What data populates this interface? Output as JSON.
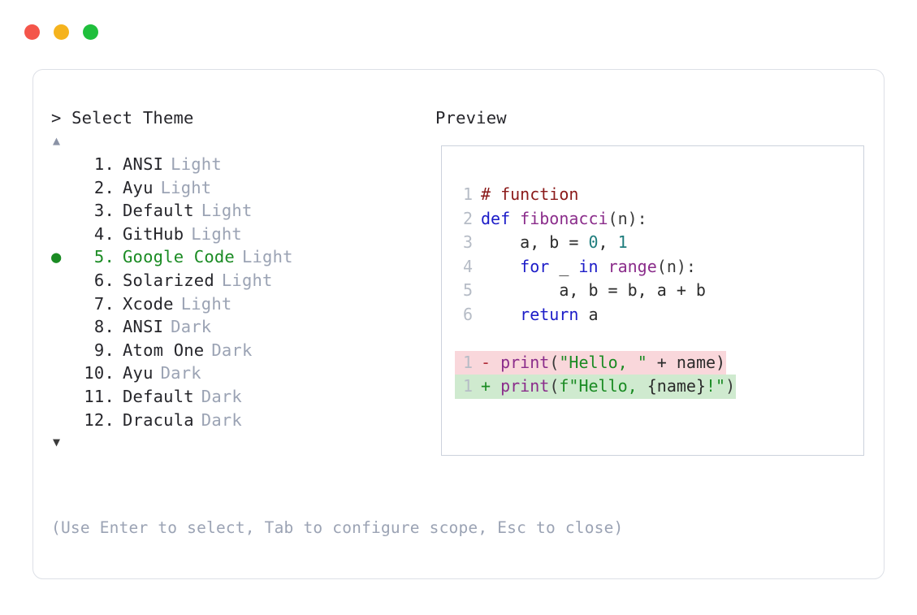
{
  "window": {
    "traffic_lights": [
      {
        "name": "close-button",
        "color": "#f4554a"
      },
      {
        "name": "minimize-button",
        "color": "#f5b31d"
      },
      {
        "name": "maximize-button",
        "color": "#1fbf3c"
      }
    ]
  },
  "prompt": {
    "header": "> Select Theme",
    "scroll_up_glyph": "▲",
    "scroll_down_glyph": "▼",
    "selected_index": 5,
    "selected_bullet": "●",
    "items": [
      {
        "index": "1.",
        "name": "ANSI",
        "variant": "Light",
        "selected": false
      },
      {
        "index": "2.",
        "name": "Ayu",
        "variant": "Light",
        "selected": false
      },
      {
        "index": "3.",
        "name": "Default",
        "variant": "Light",
        "selected": false
      },
      {
        "index": "4.",
        "name": "GitHub",
        "variant": "Light",
        "selected": false
      },
      {
        "index": "5.",
        "name": "Google Code",
        "variant": "Light",
        "selected": true
      },
      {
        "index": "6.",
        "name": "Solarized",
        "variant": "Light",
        "selected": false
      },
      {
        "index": "7.",
        "name": "Xcode",
        "variant": "Light",
        "selected": false
      },
      {
        "index": "8.",
        "name": "ANSI",
        "variant": "Dark",
        "selected": false
      },
      {
        "index": "9.",
        "name": "Atom One",
        "variant": "Dark",
        "selected": false
      },
      {
        "index": "10.",
        "name": "Ayu",
        "variant": "Dark",
        "selected": false
      },
      {
        "index": "11.",
        "name": "Default",
        "variant": "Dark",
        "selected": false
      },
      {
        "index": "12.",
        "name": "Dracula",
        "variant": "Dark",
        "selected": false
      }
    ],
    "hint": "(Use Enter to select, Tab to configure scope, Esc to close)"
  },
  "preview": {
    "label": "Preview",
    "code_lines": [
      {
        "num": "1",
        "tokens": [
          {
            "text": "# function",
            "cls": "t-comment"
          }
        ]
      },
      {
        "num": "2",
        "tokens": [
          {
            "text": "def ",
            "cls": "t-kw"
          },
          {
            "text": "fibonacci",
            "cls": "t-fn"
          },
          {
            "text": "(n):",
            "cls": "t-punct"
          }
        ]
      },
      {
        "num": "3",
        "tokens": [
          {
            "text": "    a, b = ",
            "cls": "t-plain"
          },
          {
            "text": "0",
            "cls": "t-num"
          },
          {
            "text": ", ",
            "cls": "t-plain"
          },
          {
            "text": "1",
            "cls": "t-num"
          }
        ]
      },
      {
        "num": "4",
        "tokens": [
          {
            "text": "    ",
            "cls": "t-plain"
          },
          {
            "text": "for",
            "cls": "t-kw"
          },
          {
            "text": " _ ",
            "cls": "t-plain"
          },
          {
            "text": "in",
            "cls": "t-kw"
          },
          {
            "text": " ",
            "cls": "t-plain"
          },
          {
            "text": "range",
            "cls": "t-fn"
          },
          {
            "text": "(n):",
            "cls": "t-punct"
          }
        ]
      },
      {
        "num": "5",
        "tokens": [
          {
            "text": "        a, b = b, a + b",
            "cls": "t-plain"
          }
        ]
      },
      {
        "num": "6",
        "tokens": [
          {
            "text": "    ",
            "cls": "t-plain"
          },
          {
            "text": "return",
            "cls": "t-kw"
          },
          {
            "text": " a",
            "cls": "t-plain"
          }
        ]
      }
    ],
    "diff_lines": [
      {
        "num": "1",
        "kind": "del",
        "marker": "-",
        "tokens": [
          {
            "text": "print",
            "cls": "t-fn"
          },
          {
            "text": "(",
            "cls": "t-punct"
          },
          {
            "text": "\"Hello, \"",
            "cls": "t-str"
          },
          {
            "text": " + name)",
            "cls": "t-plain"
          }
        ]
      },
      {
        "num": "1",
        "kind": "ins",
        "marker": "+",
        "tokens": [
          {
            "text": "print",
            "cls": "t-fn"
          },
          {
            "text": "(",
            "cls": "t-punct"
          },
          {
            "text": "f\"Hello, ",
            "cls": "t-str"
          },
          {
            "text": "{name}",
            "cls": "t-plain"
          },
          {
            "text": "!\"",
            "cls": "t-str"
          },
          {
            "text": ")",
            "cls": "t-punct"
          }
        ]
      }
    ]
  },
  "colors": {
    "card_border": "#dde0e6",
    "preview_border": "#ccd2dc",
    "accent_green": "#1a8b23",
    "muted": "#9ba3b4",
    "diff_del_bg": "#f9d7db",
    "diff_ins_bg": "#cfeacf"
  }
}
